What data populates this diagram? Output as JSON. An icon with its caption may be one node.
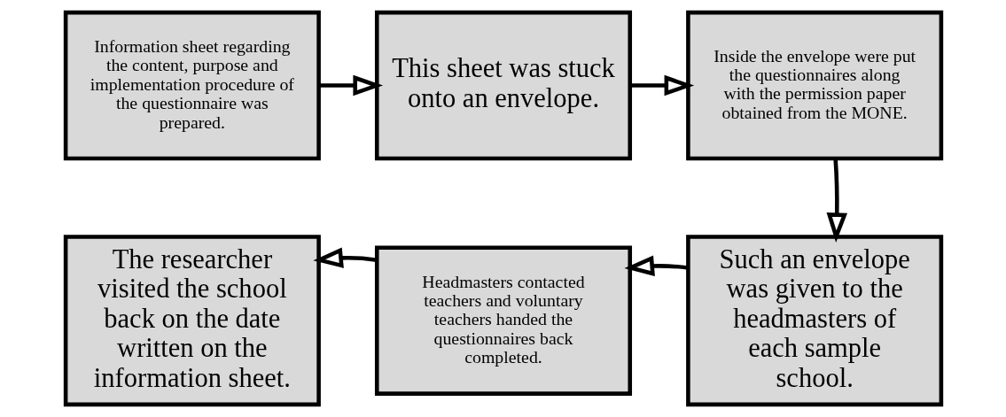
{
  "diagram": {
    "nodes": [
      {
        "text": [
          "Information sheet regarding the content, purpose and implementation procedure of the questionnaire was prepared."
        ]
      },
      {
        "text": [
          "This sheet was stuck onto an envelope."
        ]
      },
      {
        "text": [
          "Inside the envelope were put the questionnaires along with the permission paper obtained from the MONE."
        ]
      },
      {
        "text": [
          "Such an envelope was given to the headmasters of each sample school."
        ]
      },
      {
        "text": [
          "Headmasters contacted teachers and voluntary teachers handed the questionnaires back completed."
        ]
      },
      {
        "text": [
          "The researcher visited the school back on the date written on the information sheet."
        ]
      }
    ],
    "edges": [
      {
        "from": 0,
        "to": 1,
        "arrow": "to"
      },
      {
        "from": 1,
        "to": 2,
        "arrow": "to"
      },
      {
        "from": 2,
        "to": 3,
        "arrow": "to"
      },
      {
        "from": 3,
        "to": 4,
        "arrow": "to"
      },
      {
        "from": 4,
        "to": 5,
        "arrow": "to"
      }
    ]
  }
}
